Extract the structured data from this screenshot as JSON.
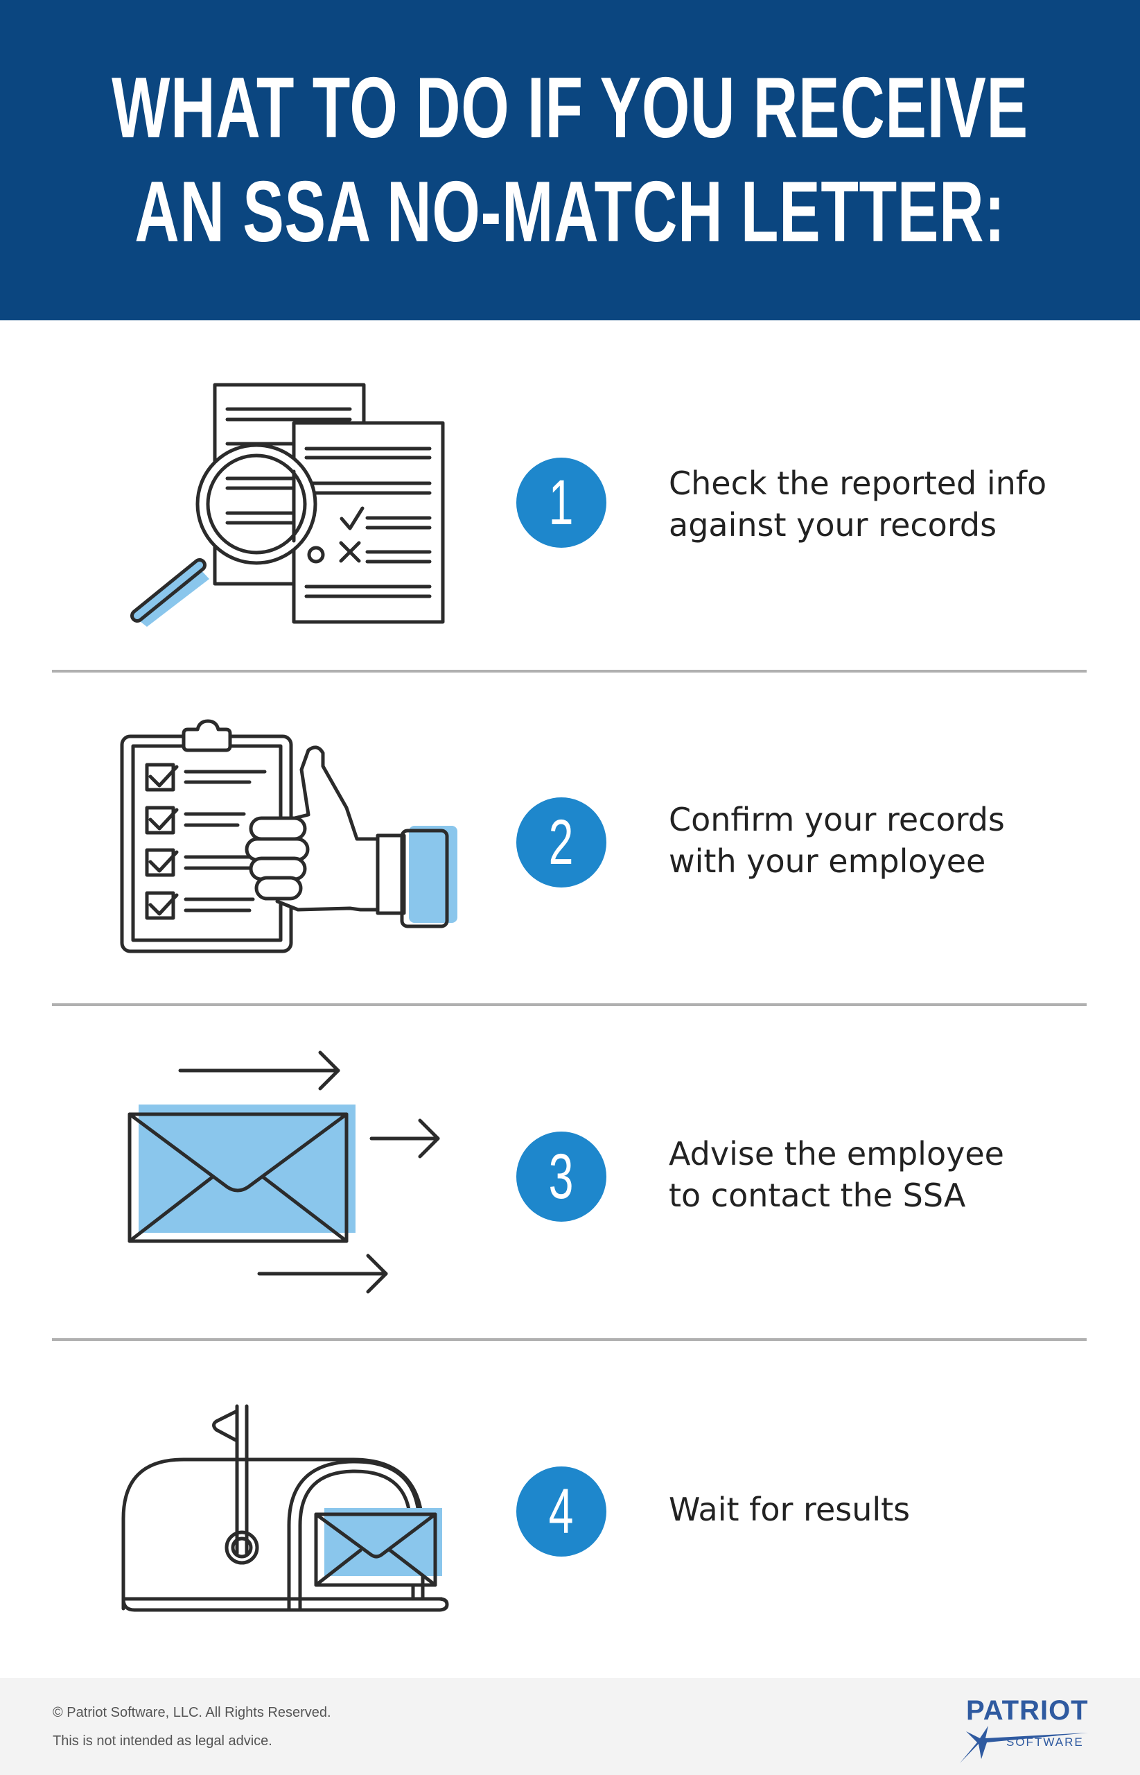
{
  "header": {
    "title_line1": "WHAT TO DO IF YOU RECEIVE",
    "title_line2": "AN SSA NO-MATCH LETTER:"
  },
  "steps": [
    {
      "number": "1",
      "text_line1": "Check the reported info",
      "text_line2": "against your records",
      "icon": "magnifier-documents-icon"
    },
    {
      "number": "2",
      "text_line1": "Confirm your records",
      "text_line2": "with your employee",
      "icon": "clipboard-thumbs-up-icon"
    },
    {
      "number": "3",
      "text_line1": "Advise the employee",
      "text_line2": "to contact the SSA",
      "icon": "envelope-arrows-icon"
    },
    {
      "number": "4",
      "text_line1": "Wait for results",
      "text_line2": "",
      "icon": "mailbox-icon"
    }
  ],
  "footer": {
    "copyright": "© Patriot Software, LLC. All Rights Reserved.",
    "disclaimer": "This is not intended as legal advice.",
    "logo_brand": "PATRIOT",
    "logo_sub": "SOFTWARE"
  },
  "colors": {
    "header_bg": "#0b4680",
    "number_circle": "#1e87cc",
    "accent_light_blue": "#8ac6ec",
    "line_dark": "#2b2b2b",
    "divider": "#b0b0b0",
    "footer_bg": "#f3f3f3",
    "logo_blue": "#2f5aa0"
  }
}
